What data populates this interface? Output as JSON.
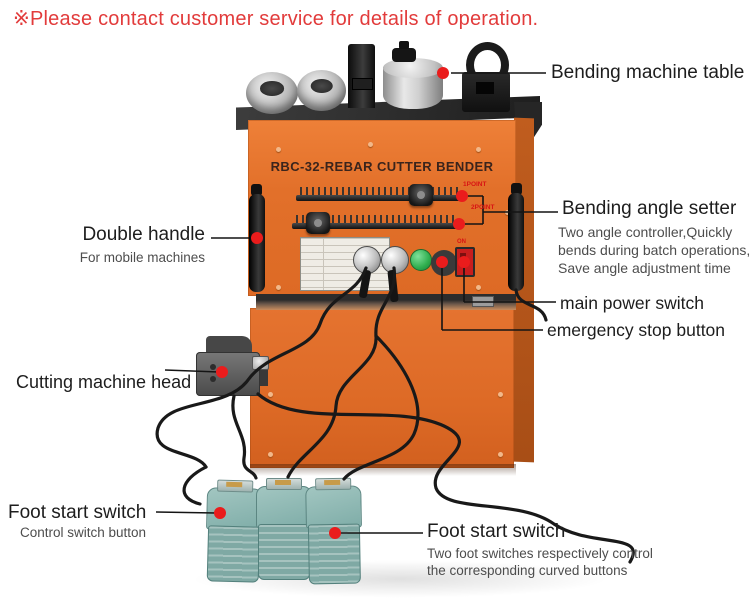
{
  "notice": {
    "text": "※Please contact customer service for details of operation."
  },
  "machine": {
    "model": "RBC-32-REBAR CUTTER BENDER",
    "tags": {
      "point1": "1POINT",
      "point2": "2POINT",
      "on": "ON"
    }
  },
  "labels": {
    "table": {
      "title": "Bending machine table"
    },
    "handle": {
      "title": "Double handle",
      "sub": "For mobile machines"
    },
    "angle": {
      "title": "Bending angle setter",
      "line1": "Two angle controller,Quickly",
      "line2": "bends during batch operations,",
      "line3": "Save angle adjustment time"
    },
    "power": {
      "title": "main power switch"
    },
    "estop": {
      "title": "emergency stop button"
    },
    "cutter": {
      "title": "Cutting machine head"
    },
    "footL": {
      "title": "Foot start switch",
      "sub": "Control switch button"
    },
    "footR": {
      "title": "Foot start switch",
      "line1": "Two foot switches respectively control",
      "line2": "the corresponding curved buttons"
    }
  },
  "colors": {
    "notice_red": "#e23b3b",
    "machine_orange": "#e2702a",
    "pointer_dot_red": "#ea1c1c",
    "pedal_teal": "#85b4af"
  }
}
